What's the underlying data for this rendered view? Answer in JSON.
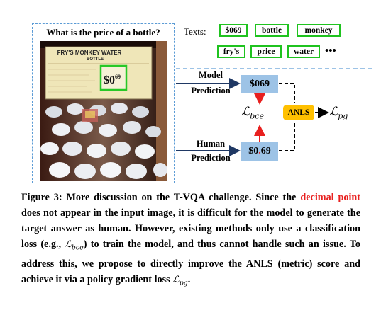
{
  "figure": {
    "question": "What is the price of a bottle?",
    "texts_label": "Texts:",
    "tokens": [
      "$069",
      "bottle",
      "monkey",
      "fry's",
      "price",
      "water"
    ],
    "ellipsis": "•••",
    "sign": {
      "line1": "FRY'S MONKEY WATER",
      "line2": "BOTTLE",
      "price_main": "$0",
      "price_sup": "69"
    },
    "model_label_1": "Model",
    "model_label_2": "Prediction",
    "human_label_1": "Human",
    "human_label_2": "Prediction",
    "model_value": "$069",
    "human_value_a": "$0",
    "human_value_dot": ".",
    "human_value_b": "69",
    "anls": "ANLS",
    "loss_bce_symbol": "ℒ",
    "loss_bce_sub": "bce",
    "loss_pg_symbol": "ℒ",
    "loss_pg_sub": "pg",
    "colors": {
      "token_border": "#1fc31f",
      "pred_box": "#9dc3e6",
      "anls_box": "#ffc000",
      "red_arrow": "#e8201f",
      "blue_arrow": "#1f3864",
      "panel_border": "#5b9bd5"
    }
  },
  "caption": {
    "p1": "Figure 3: More discussion on the T-VQA challenge. Since the ",
    "highlight": "decimal point",
    "p2": " does not appear in the input image, it is difficult for the model to generate the target answer as human. However, existing methods only use a classification loss (e.g., ",
    "m1_symbol": "ℒ",
    "m1_sub": "bce",
    "p3": ") to train the model, and thus cannot handle such an issue. To address this, we propose to directly improve the ANLS (metric) score and achieve it via a policy gradient loss ",
    "m2_symbol": "ℒ",
    "m2_sub": "pg",
    "p4": "."
  }
}
